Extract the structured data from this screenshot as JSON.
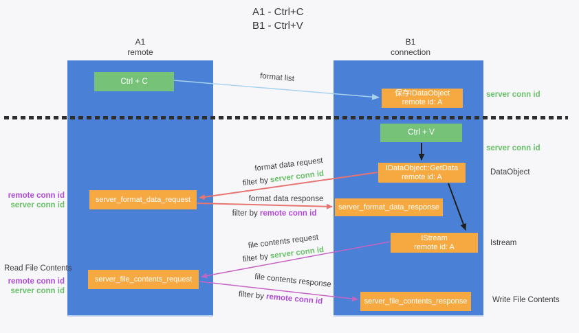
{
  "title": {
    "line1": "A1 - Ctrl+C",
    "line2": "B1 - Ctrl+V"
  },
  "lanes": {
    "left": {
      "name": "A1",
      "subtitle": "remote"
    },
    "right": {
      "name": "B1",
      "subtitle": "connection"
    }
  },
  "boxes": {
    "ctrl_c": {
      "label": "Ctrl + C"
    },
    "save_dataobject": {
      "line1": "保存IDataObject",
      "line2": "remote id: A"
    },
    "ctrl_v": {
      "label": "Ctrl + V"
    },
    "getdata": {
      "line1": "IDataObject::GetData",
      "line2": "remote id: A"
    },
    "format_request": {
      "label": "server_format_data_request"
    },
    "format_response": {
      "label": "server_format_data_response"
    },
    "istream": {
      "line1": "IStream",
      "line2": "remote id: A"
    },
    "file_request": {
      "label": "server_file_contents_request"
    },
    "file_response": {
      "label": "server_file_contents_response"
    }
  },
  "notes": {
    "server_conn_top": "server conn id",
    "server_conn_mid": "server conn id",
    "dataobject": "DataObject",
    "istream": "Istream",
    "read_file": "Read File Contents",
    "write_file": "Write File Contents",
    "remote_conn": "remote conn id",
    "server_conn": "server conn id"
  },
  "arrow_labels": {
    "format_list": "format list",
    "format_data_request": "format data request",
    "format_data_response": "format data response",
    "file_contents_request": "file contents request",
    "file_contents_response": "file contents response",
    "filter_by": "filter by ",
    "server_conn_id": "server conn id",
    "remote_conn_id": "remote conn id"
  },
  "colors": {
    "lane_blue": "#4a81d7",
    "box_orange": "#f7a941",
    "box_green": "#77c279",
    "text_green": "#6abf69",
    "text_purple": "#ad4bd5",
    "arrow_red": "#e77471",
    "arrow_magenta": "#c664c6",
    "arrow_blue": "#a8d2ee",
    "arrow_black": "#1f1f1f"
  }
}
